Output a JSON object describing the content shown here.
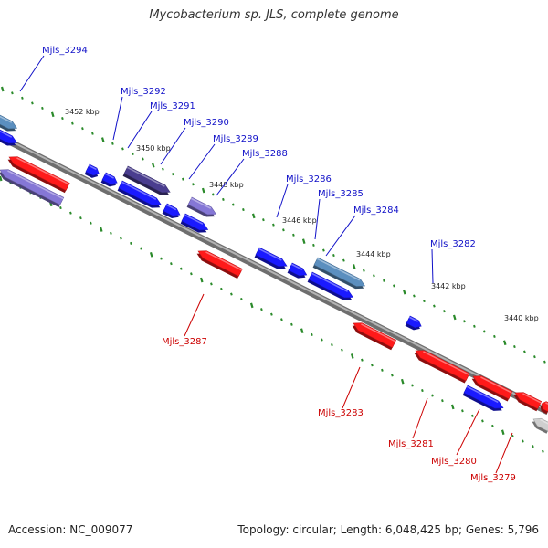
{
  "title": "Mycobacterium sp. JLS, complete genome",
  "footer": {
    "accession": "Accession: NC_009077",
    "summary": "Topology: circular; Length: 6,048,425 bp; Genes: 5,796"
  },
  "colors": {
    "forward_gene": "#1a1aff",
    "reverse_gene": "#ff1a1a",
    "gene_variant_purple": "#8577d6",
    "gene_variant_dark": "#4a3d8f",
    "gene_variant_steel": "#5b8fbf",
    "gene_variant_gray": "#cfcfcf",
    "backbone": "#8a8a8a",
    "tick": "#2a8a2a",
    "forward_label": "#1010c8",
    "reverse_label": "#cc0000"
  },
  "kbp_labels": [
    "3452 kbp",
    "3450 kbp",
    "3448 kbp",
    "3446 kbp",
    "3444 kbp",
    "3442 kbp",
    "3440 kbp"
  ],
  "forward_labels": [
    "Mjls_3294",
    "Mjls_3292",
    "Mjls_3291",
    "Mjls_3290",
    "Mjls_3289",
    "Mjls_3288",
    "Mjls_3286",
    "Mjls_3285",
    "Mjls_3284",
    "Mjls_3282"
  ],
  "reverse_labels": [
    "Mjls_3287",
    "Mjls_3283",
    "Mjls_3281",
    "Mjls_3280",
    "Mjls_3279"
  ]
}
